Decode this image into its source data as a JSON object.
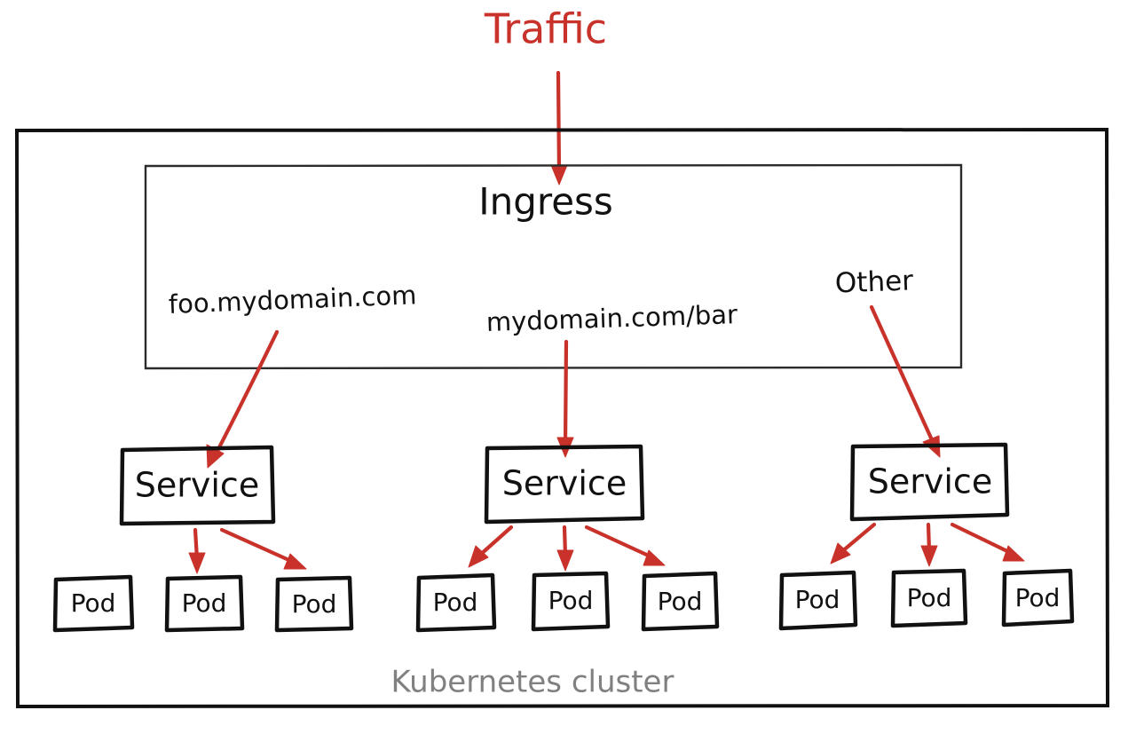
{
  "diagram": {
    "title_label": "Traffic",
    "cluster_label": "Kubernetes cluster",
    "ingress_label": "Ingress",
    "colors": {
      "arrow_red": "#c8322a",
      "ink_black": "#111111",
      "cluster_label_gray": "#808080",
      "background": "#ffffff"
    },
    "routes": [
      {
        "rule": "foo.mydomain.com"
      },
      {
        "rule": "mydomain.com/bar"
      },
      {
        "rule": "Other"
      }
    ],
    "services": [
      {
        "label": "Service",
        "pods": [
          {
            "label": "Pod",
            "has_arrow": false
          },
          {
            "label": "Pod",
            "has_arrow": true
          },
          {
            "label": "Pod",
            "has_arrow": true
          }
        ]
      },
      {
        "label": "Service",
        "pods": [
          {
            "label": "Pod",
            "has_arrow": true
          },
          {
            "label": "Pod",
            "has_arrow": true
          },
          {
            "label": "Pod",
            "has_arrow": true
          }
        ]
      },
      {
        "label": "Service",
        "pods": [
          {
            "label": "Pod",
            "has_arrow": true
          },
          {
            "label": "Pod",
            "has_arrow": true
          },
          {
            "label": "Pod",
            "has_arrow": true
          }
        ]
      }
    ]
  }
}
